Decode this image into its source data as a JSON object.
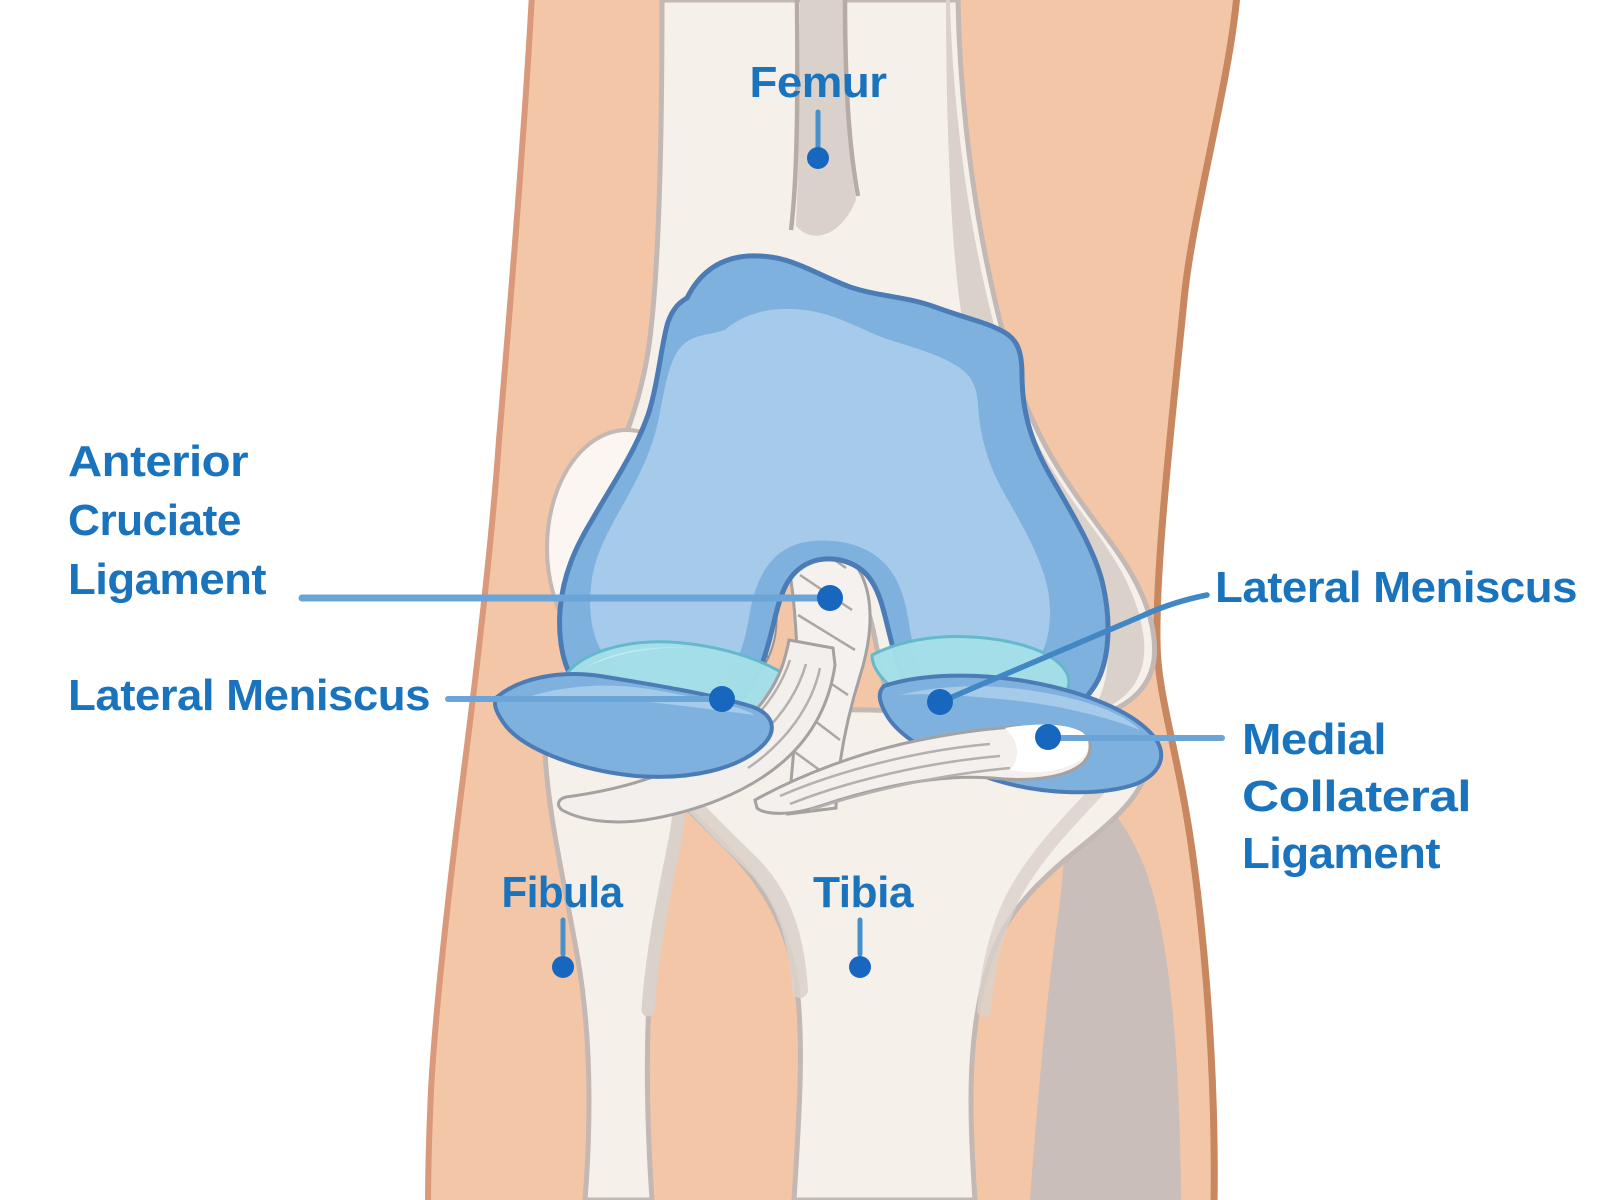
{
  "diagram": {
    "subject": "knee-joint-anatomy",
    "labels": {
      "femur": {
        "text": "Femur"
      },
      "anterior_cruciate_ligament": {
        "lines": [
          "Anterior",
          "Cruciate",
          "Ligament"
        ]
      },
      "lateral_meniscus_left": {
        "text": "Lateral Meniscus"
      },
      "lateral_meniscus_right": {
        "text": "Lateral Meniscus"
      },
      "medial_collateral_ligament": {
        "lines": [
          "Medial",
          "Collateral",
          "Ligament"
        ]
      },
      "fibula": {
        "text": "Fibula"
      },
      "tibia": {
        "text": "Tibia"
      }
    }
  },
  "colors": {
    "background": "#FFFFFF",
    "label_text": "#1A73BD",
    "pointer_dot": "#1767BE",
    "leader_long": "#6BA4D7",
    "leader_short": "#4690CC",
    "leader_diag": "#4187C4",
    "skin": "#F3C6A7",
    "skin_edge_left": "#D9997A",
    "skin_edge_right": "#C8875E",
    "bone": "#F6F0EB",
    "bone_highlight": "#FBF6F1",
    "bone_outline": "#C3B8B3",
    "bone_shadow": "#DBD1CB",
    "bone_shadow_dark": "#C9BEB9",
    "cartilage_mid": "#7FB1DE",
    "cartilage_light": "#A6CBEA",
    "cartilage_border": "#4C7CB6",
    "meniscus_cyan": "#A4DFE8",
    "meniscus_cyan_edge": "#63B9CC",
    "ligament_white": "#F4F1EF",
    "ligament_stripe": "#ACA7A6",
    "ligament_outline": "#A5A1A0",
    "white": "#FFFFFF"
  }
}
